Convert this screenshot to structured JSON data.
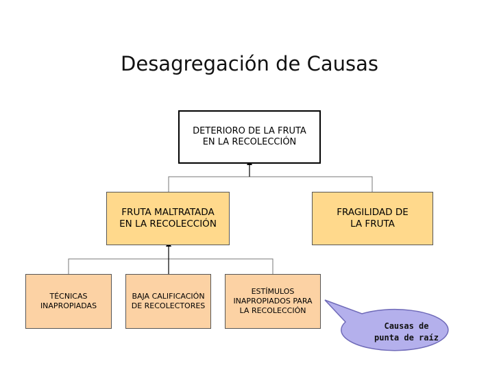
{
  "title": "Desagregación de Causas",
  "root": {
    "line1": "DETERIORO DE LA FRUTA",
    "line2": "EN LA RECOLECCIÓN"
  },
  "causes": [
    {
      "line1": "FRUTA MALTRATADA",
      "line2": "EN LA RECOLECCIÓN"
    },
    {
      "line1": "FRAGILIDAD DE",
      "line2": "LA FRUTA"
    }
  ],
  "sub_causes": [
    {
      "lines": [
        "TÉCNICAS",
        "INAPROPIADAS"
      ]
    },
    {
      "lines": [
        "BAJA CALIFICACIÓN",
        "DE RECOLECTORES"
      ]
    },
    {
      "lines": [
        "ESTÍMULOS",
        "INAPROPIADOS PARA",
        "LA RECOLECCIÓN"
      ]
    }
  ],
  "callout": {
    "line1": "Causas de",
    "line2": "punta de raíz"
  },
  "colors": {
    "cause_fill": "#ffd98c",
    "sub_cause_fill": "#fcd2a4",
    "callout_fill": "#b4b0ec"
  }
}
